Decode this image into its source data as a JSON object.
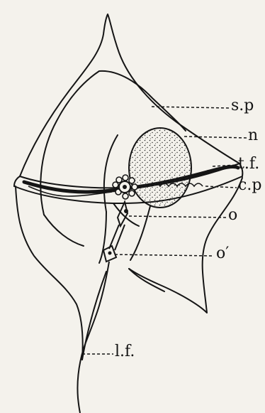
{
  "labels": {
    "sp": "s.p",
    "n": "n",
    "tf": "t.f.",
    "cp": "c.p",
    "o": "o",
    "o_prime": "o′",
    "lf": "l.f."
  }
}
